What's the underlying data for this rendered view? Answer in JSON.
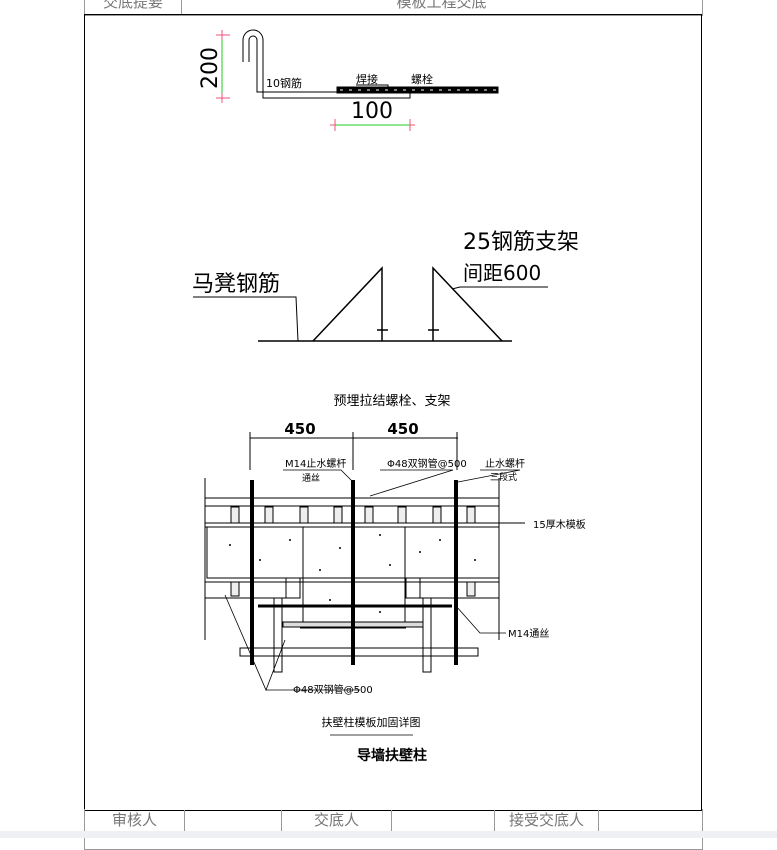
{
  "header": {
    "col1": "交底提要",
    "col2": "模板工程交底"
  },
  "drawing1": {
    "dim_height": "200",
    "rebar_label": "10钢筋",
    "weld_label": "焊接",
    "bolt_label": "螺栓",
    "dim_width": "100"
  },
  "drawing2": {
    "stool_label": "马凳钢筋",
    "support_label": "25钢筋支架",
    "spacing_label": "间距600"
  },
  "drawing3": {
    "title": "预埋拉结螺栓、支架",
    "dim_left": "450",
    "dim_right": "450",
    "bolt_m14_label": "M14止水螺杆",
    "bolt_m14_sub": "通丝",
    "pipe_label_top": "Φ48双钢管@500",
    "waterstop_label": "止水螺杆",
    "waterstop_sub": "三段式",
    "board_label": "15厚木模板",
    "m14_thru_label": "M14通丝",
    "pipe_label_bottom": "Φ48双钢管@500",
    "detail_caption": "扶壁柱模板加固详图",
    "caption": "导墙扶壁柱"
  },
  "footer": {
    "reviewer_label": "审核人",
    "reviewer_value": "",
    "discloser_label": "交底人",
    "discloser_value": "",
    "receiver_label": "接受交底人",
    "receiver_value": ""
  }
}
